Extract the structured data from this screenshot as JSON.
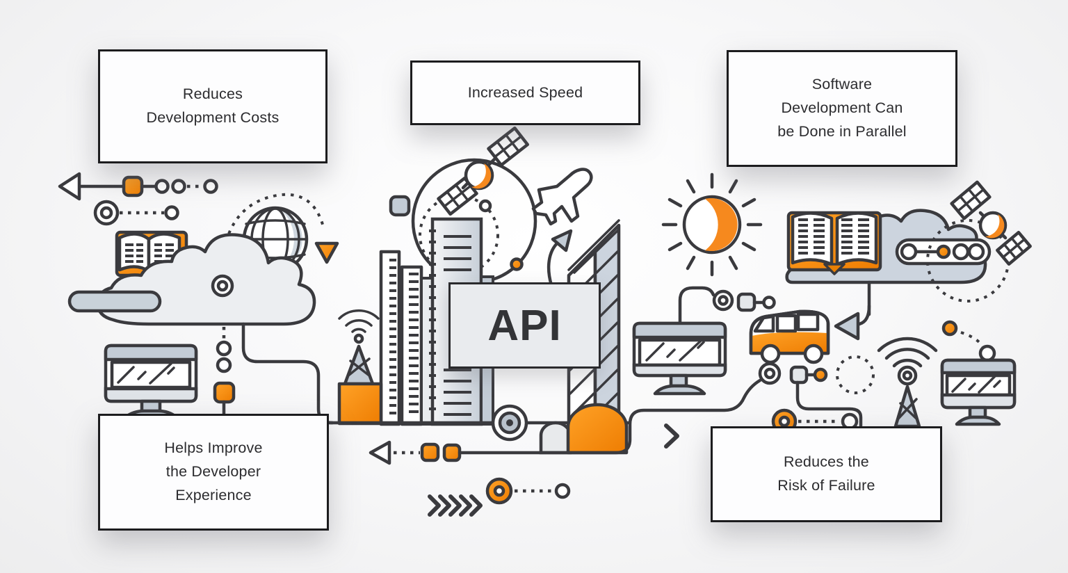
{
  "diagram": {
    "title_concept": "API benefits infographic",
    "center_label": "API",
    "benefit_boxes": [
      {
        "name": "reduces-development-costs",
        "lines": [
          "Reduces",
          "Development Costs"
        ]
      },
      {
        "name": "increased-speed",
        "lines": [
          "Increased Speed"
        ]
      },
      {
        "name": "software-development-parallel",
        "lines": [
          "Software",
          "Development Can",
          "be Done in Parallel"
        ]
      },
      {
        "name": "helps-improve-developer-experience",
        "lines": [
          "Helps Improve",
          "the Developer",
          "Experience"
        ]
      },
      {
        "name": "reduces-risk-of-failure",
        "lines": [
          "Reduces the",
          "Risk of Failure"
        ]
      }
    ],
    "icons": [
      "dotted-timeline-arrow",
      "target-dotted-link",
      "open-book",
      "globe",
      "cloud",
      "desktop-monitor",
      "satellite",
      "airplane",
      "curved-up-arrow",
      "city-buildings",
      "radio-tower",
      "wifi-signal",
      "sun",
      "book-on-cloud",
      "conveyor-belt",
      "bus",
      "chevrons",
      "orange-wheel",
      "left-arrow-connector",
      "domes"
    ],
    "colors": {
      "ink": "#3a3a3e",
      "orange": "#f6891e",
      "orange_light": "#ffa227",
      "orange_dark": "#ee7d02",
      "gray_light": "#eceef1",
      "gray_mid": "#c3ccd6",
      "gray_cloud": "#ccd4de",
      "box_border": "#1c1c1e",
      "box_bg": "#fdfdfe",
      "text": "#2c2c2f"
    }
  }
}
